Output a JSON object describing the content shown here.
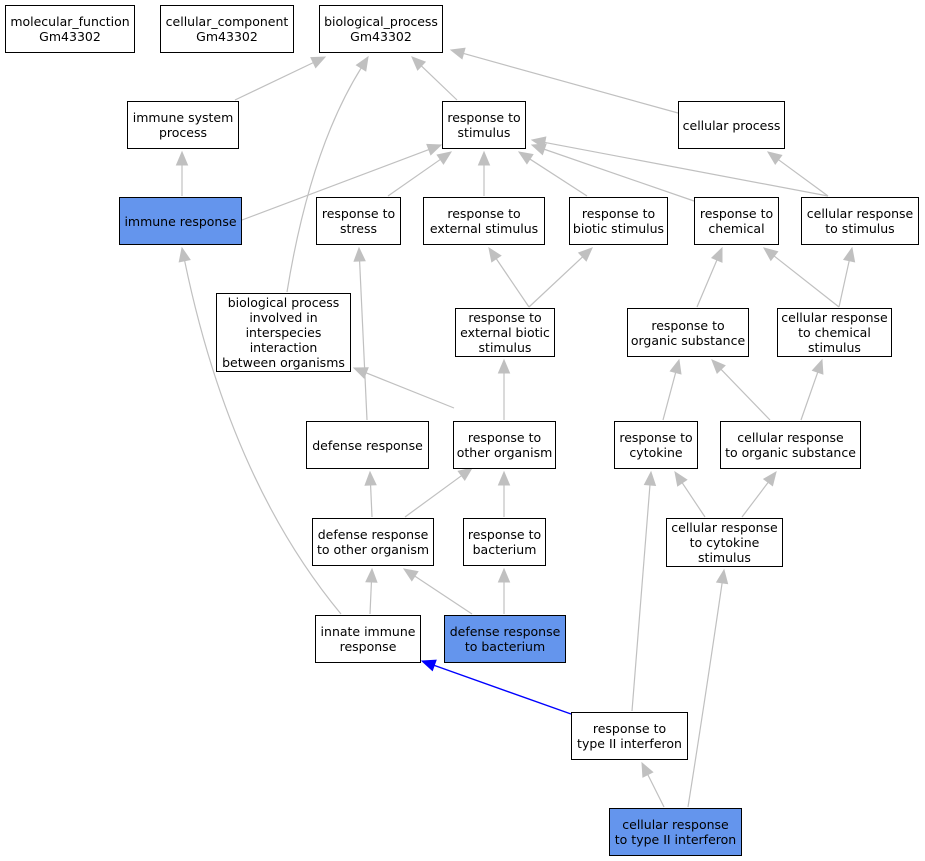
{
  "colors": {
    "edge": "#c0c0c0",
    "highlight_edge": "#0000ff",
    "node_fill": "#ffffff",
    "highlight_fill": "#6495ed",
    "border": "#000000"
  },
  "nodes": {
    "molecular_function": "molecular_function\nGm43302",
    "cellular_component": "cellular_component\nGm43302",
    "biological_process": "biological_process\nGm43302",
    "immune_system_process": "immune system\nprocess",
    "response_to_stimulus": "response to\nstimulus",
    "cellular_process": "cellular process",
    "immune_response": "immune response",
    "response_to_stress": "response to\nstress",
    "response_to_external_stimulus": "response to\nexternal stimulus",
    "response_to_biotic_stimulus": "response to\nbiotic stimulus",
    "response_to_chemical": "response to\nchemical",
    "cellular_response_to_stimulus": "cellular response\nto stimulus",
    "biological_process_interspecies": "biological process\ninvolved in\ninterspecies\ninteraction\nbetween organisms",
    "response_to_external_biotic_stimulus": "response to\nexternal biotic\nstimulus",
    "response_to_organic_substance": "response to\norganic substance",
    "cellular_response_to_chemical_stimulus": "cellular response\nto chemical\nstimulus",
    "defense_response": "defense response",
    "response_to_other_organism": "response to\nother organism",
    "response_to_cytokine": "response to\ncytokine",
    "cellular_response_to_organic_substance": "cellular response\nto organic substance",
    "defense_response_to_other_organism": "defense response\nto other organism",
    "response_to_bacterium": "response to\nbacterium",
    "cellular_response_to_cytokine_stimulus": "cellular response\nto cytokine\nstimulus",
    "innate_immune_response": "innate immune\nresponse",
    "defense_response_to_bacterium": "defense response\nto bacterium",
    "response_to_type_ii_interferon": "response to\ntype II interferon",
    "cellular_response_to_type_ii_interferon": "cellular response\nto type II interferon"
  }
}
